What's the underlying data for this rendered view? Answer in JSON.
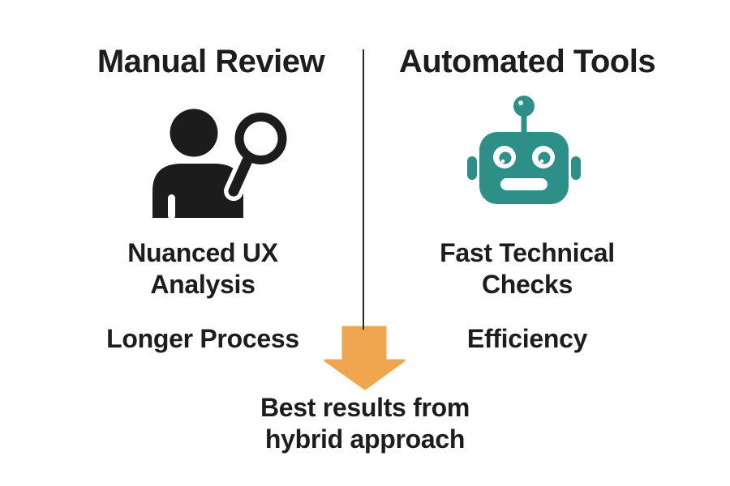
{
  "comparison": {
    "left": {
      "title": "Manual Review",
      "icon": "person-with-magnifier",
      "benefit": "Nuanced UX Analysis",
      "tradeoff": "Longer Process"
    },
    "right": {
      "title": "Automated Tools",
      "icon": "robot",
      "benefit": "Fast Technical Checks",
      "tradeoff": "Efficiency"
    },
    "arrow": "down-arrow",
    "conclusion": "Best results from hybrid approach"
  },
  "colors": {
    "background": "#ffffff",
    "text": "#1d1d1d",
    "divider": "#2b2b2b",
    "icon_black": "#1c1c1c",
    "robot_teal": "#2e8f88",
    "arrow_orange": "#f0a64e"
  }
}
